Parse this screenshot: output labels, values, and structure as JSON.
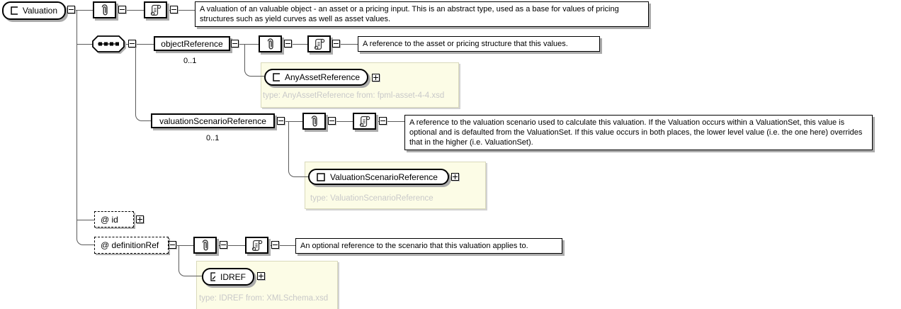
{
  "root": {
    "label": "Valuation",
    "doc": "A valuation of an valuable object - an asset or a pricing input. This is an abstract type, used as a base for values of pricing structures such as yield curves as well as asset values."
  },
  "object_reference": {
    "label": "objectReference",
    "cardinality": "0..1",
    "doc": "A reference to the asset or pricing structure that this values.",
    "type_ref": {
      "label": "AnyAssetReference",
      "note": "type: AnyAssetReference from: fpml-asset-4-4.xsd"
    }
  },
  "valuation_scenario_reference": {
    "label": "valuationScenarioReference",
    "cardinality": "0..1",
    "doc": "A reference to the valuation scenario used to calculate this valuation. If the Valuation occurs within a ValuationSet, this value is optional and is defaulted from the ValuationSet. If this value occurs in both places, the lower level value (i.e. the one here) overrides that in the higher (i.e. ValuationSet).",
    "type_ref": {
      "label": "ValuationScenarioReference",
      "note": "type: ValuationScenarioReference"
    }
  },
  "attributes": {
    "id": {
      "label": "@ id"
    },
    "definition_ref": {
      "label": "@ definitionRef",
      "doc": "An optional reference to the scenario that this valuation applies to.",
      "type_ref": {
        "label": "IDREF",
        "note": "type: IDREF from: XMLSchema.xsd"
      }
    }
  },
  "icons": {
    "element": "square-icon",
    "simple_type": "diagonal-square-icon",
    "annotation": "paperclip-icon",
    "documentation": "scroll-icon",
    "sequence": "sequence-dots-icon",
    "collapse": "minus-box-icon",
    "expand": "plus-box-icon"
  },
  "colors": {
    "background": "#ffffff",
    "box_border": "#000000",
    "box_shadow": "#ababab",
    "connector_line": "#5a5a5a",
    "panel_fill": "#fcfce6",
    "panel_border": "#d9d9bb",
    "type_note_text": "#c9c9c9"
  }
}
